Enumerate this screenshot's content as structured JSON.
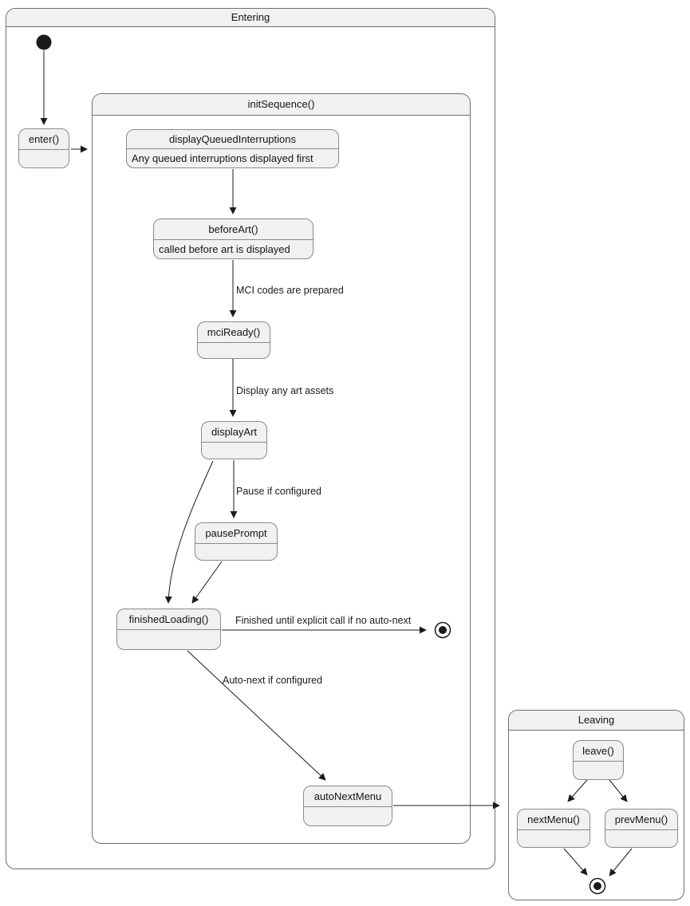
{
  "diagram": {
    "type": "uml-state-diagram",
    "background": "#ffffff",
    "colors": {
      "state_fill": "#f1f1f1",
      "state_border": "#8a8a8a",
      "container_border": "#6e6e6e",
      "container_title_fill": "#f1f1f1",
      "line": "#1b1b1b",
      "text": "#141414"
    },
    "containers": {
      "entering": {
        "title": "Entering"
      },
      "init_sequence": {
        "title": "initSequence()"
      },
      "leaving": {
        "title": "Leaving"
      }
    },
    "states": {
      "enter": {
        "title": "enter()",
        "note": ""
      },
      "display_queued_interruptions": {
        "title": "displayQueuedInterruptions",
        "note": "Any queued interruptions displayed first"
      },
      "before_art": {
        "title": "beforeArt()",
        "note": "called before art is displayed"
      },
      "mci_ready": {
        "title": "mciReady()",
        "note": ""
      },
      "display_art": {
        "title": "displayArt",
        "note": ""
      },
      "pause_prompt": {
        "title": "pausePrompt",
        "note": ""
      },
      "finished_loading": {
        "title": "finishedLoading()",
        "note": ""
      },
      "auto_next_menu": {
        "title": "autoNextMenu",
        "note": ""
      },
      "leave": {
        "title": "leave()",
        "note": ""
      },
      "next_menu": {
        "title": "nextMenu()",
        "note": ""
      },
      "prev_menu": {
        "title": "prevMenu()",
        "note": ""
      }
    },
    "edges": [
      {
        "from": "initial",
        "to": "enter()",
        "label": ""
      },
      {
        "from": "enter()",
        "to": "initSequence()",
        "label": ""
      },
      {
        "from": "displayQueuedInterruptions",
        "to": "beforeArt()",
        "label": ""
      },
      {
        "from": "beforeArt()",
        "to": "mciReady()",
        "label": "MCI codes are prepared"
      },
      {
        "from": "mciReady()",
        "to": "displayArt",
        "label": "Display any art assets"
      },
      {
        "from": "displayArt",
        "to": "pausePrompt",
        "label": "Pause if configured"
      },
      {
        "from": "displayArt",
        "to": "finishedLoading()",
        "label": ""
      },
      {
        "from": "pausePrompt",
        "to": "finishedLoading()",
        "label": ""
      },
      {
        "from": "finishedLoading()",
        "to": "final",
        "label": "Finished until explicit call if no auto-next"
      },
      {
        "from": "finishedLoading()",
        "to": "autoNextMenu",
        "label": "Auto-next if configured"
      },
      {
        "from": "autoNextMenu",
        "to": "Leaving",
        "label": ""
      },
      {
        "from": "leave()",
        "to": "nextMenu()",
        "label": ""
      },
      {
        "from": "leave()",
        "to": "prevMenu()",
        "label": ""
      },
      {
        "from": "nextMenu()",
        "to": "final",
        "label": ""
      },
      {
        "from": "prevMenu()",
        "to": "final",
        "label": ""
      }
    ]
  }
}
